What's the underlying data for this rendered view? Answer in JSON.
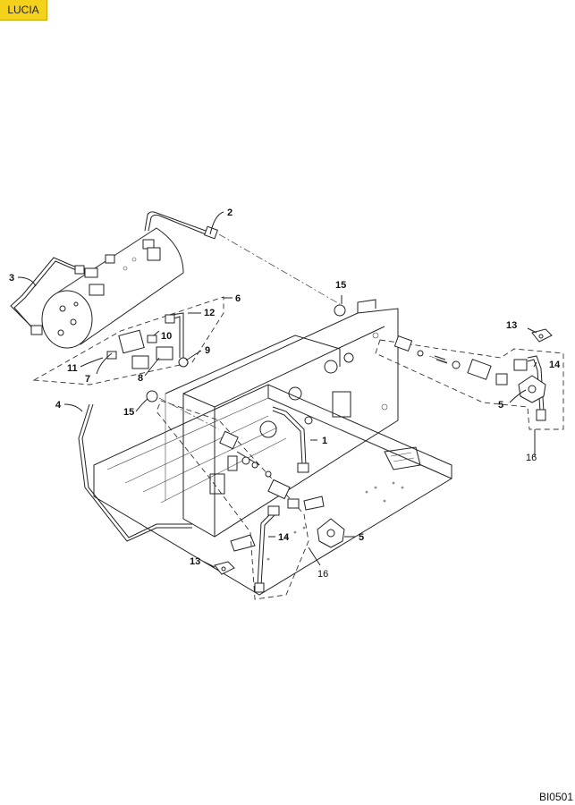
{
  "header": {
    "model_badge": "LUCIA",
    "badge_color": "#f4d21c"
  },
  "footer": {
    "drawing_code": "BI0501"
  },
  "callouts": {
    "c1": "1",
    "c2": "2",
    "c3": "3",
    "c4": "4",
    "c5a": "5",
    "c5b": "5",
    "c6": "6",
    "c7": "7",
    "c8": "8",
    "c9": "9",
    "c10": "10",
    "c11": "11",
    "c12": "12",
    "c13a": "13",
    "c13b": "13",
    "c14a": "14",
    "c14b": "14",
    "c15a": "15",
    "c15b": "15",
    "c16a": "16",
    "c16b": "16"
  }
}
